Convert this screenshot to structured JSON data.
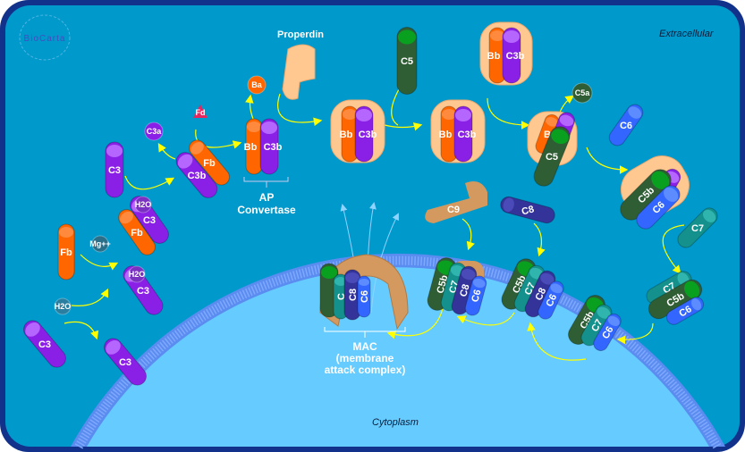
{
  "logo": "BioCarta",
  "regions": {
    "extracellular": "Extracellular",
    "cytoplasm": "Cytoplasm"
  },
  "captions": {
    "properdin": "Properdin",
    "ap_1": "AP",
    "ap_2": "Convertase",
    "mac_1": "MAC",
    "mac_2": "(membrane",
    "mac_3": "attack complex)"
  },
  "molecules": {
    "c3": "C3",
    "c3b": "C3b",
    "c3a": "C3a",
    "fb": "Fb",
    "fd": "Fd",
    "ba": "Ba",
    "bb": "Bb",
    "b": "B",
    "h2o": "H2O",
    "mg": "Mg++",
    "c5": "C5",
    "c5a": "C5a",
    "c5b": "C5b",
    "c6": "C6",
    "c7": "C7",
    "c8": "C8",
    "c9": "C9",
    "c": "C"
  },
  "colors": {
    "border": "#12318a",
    "extracellular": "#0099cc",
    "cytoplasm": "#66ccff",
    "membrane": "#5b8cf0",
    "purple": "#8a1fe6",
    "orange": "#ff6600",
    "green": "#2f5e34",
    "blue": "#3366ff",
    "teal": "#14918c",
    "navy": "#33339a",
    "tan": "#d4995e",
    "peach": "#ffc890",
    "arrow": "#ffff00",
    "pink": "#e8265e"
  }
}
